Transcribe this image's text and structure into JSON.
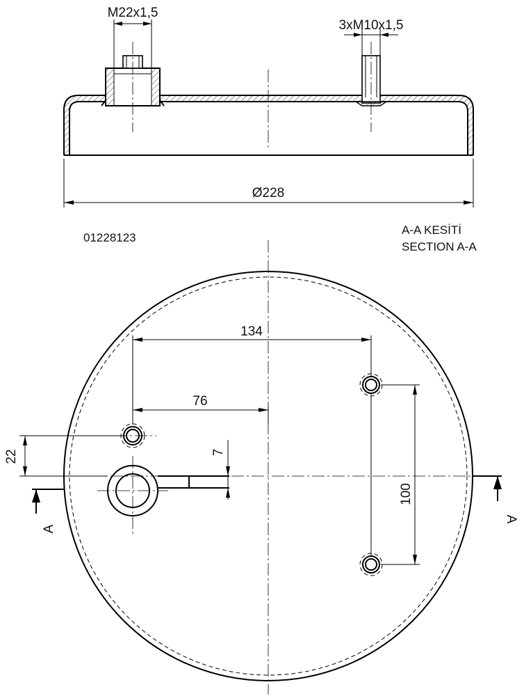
{
  "drawing": {
    "part_number": "01228123",
    "section_title_tr": "A-A KESİTİ",
    "section_title_en": "SECTION A-A",
    "section_marker": "A"
  },
  "dimensions": {
    "thread_large": "M22x1,5",
    "thread_small": "3xM10x1,5",
    "diameter": "Ø228",
    "hole_spacing_horizontal": "134",
    "offset_horizontal": "76",
    "offset_vertical": "22",
    "slot_width": "7",
    "hole_spacing_vertical": "100"
  }
}
